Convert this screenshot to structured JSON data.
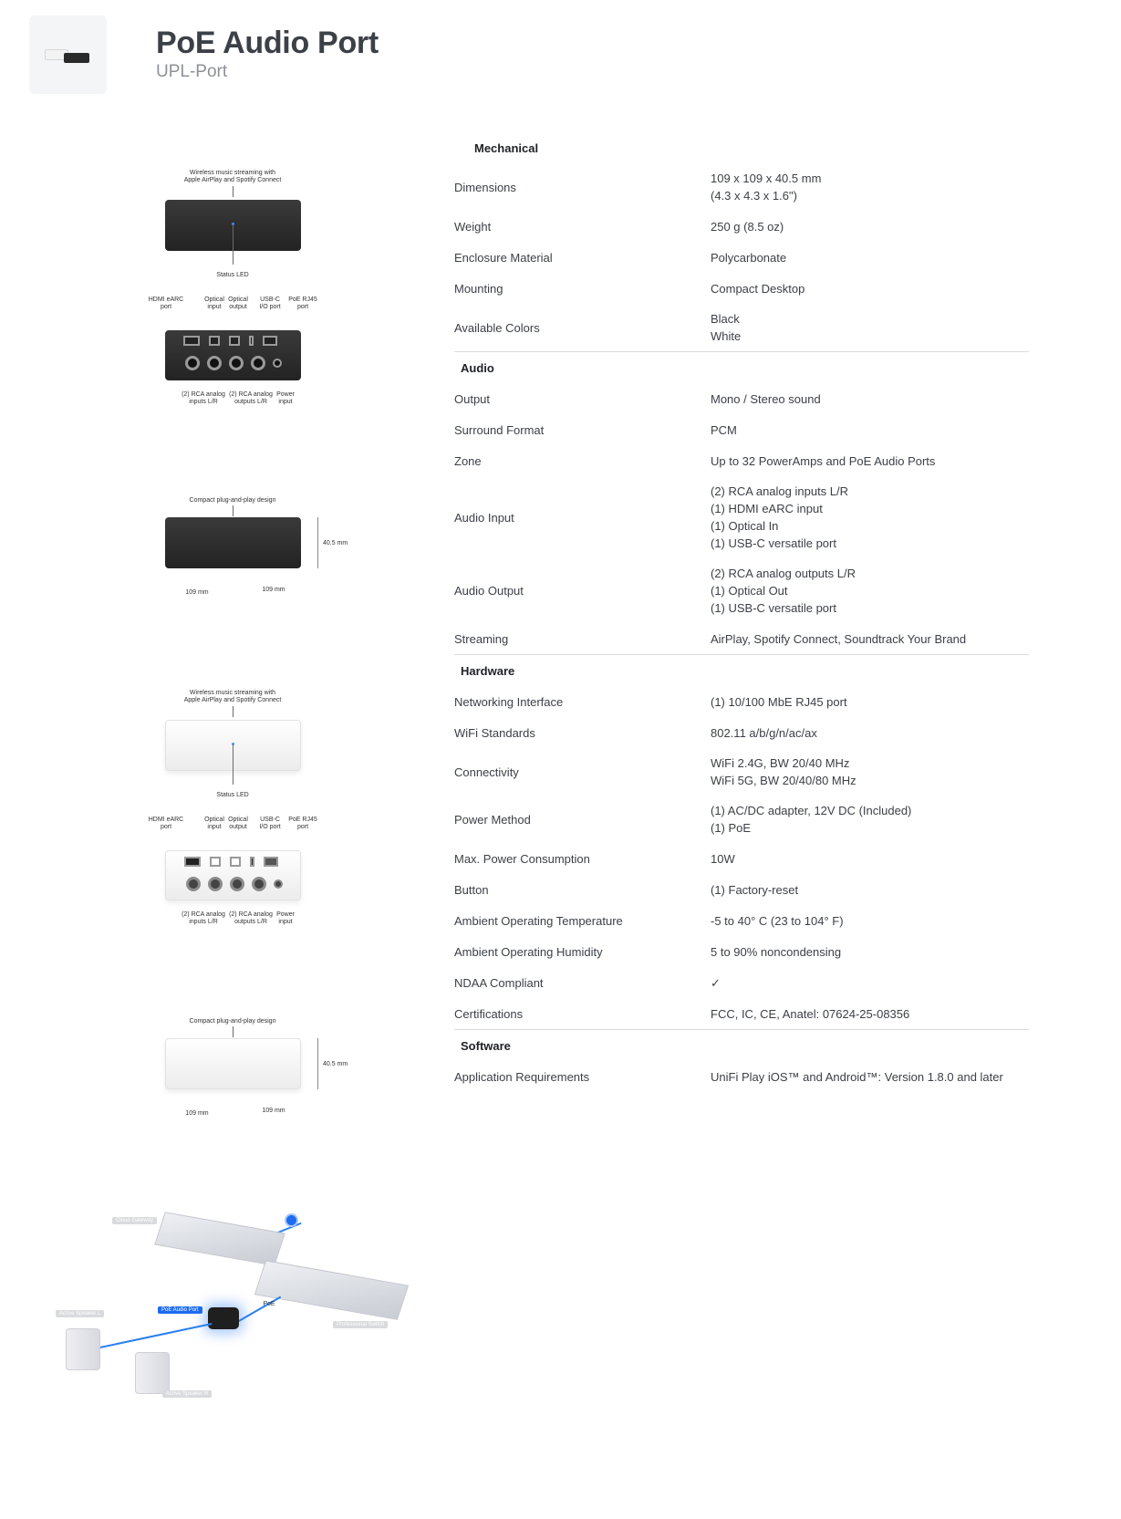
{
  "header": {
    "title": "PoE Audio Port",
    "subtitle": "UPL-Port"
  },
  "illustrations": {
    "dark_front": {
      "top_caption_1": "Wireless music streaming with",
      "top_caption_2": "Apple AirPlay and Spotify Connect",
      "bottom_caption": "Status LED"
    },
    "dark_rear": {
      "labels_top": [
        {
          "l1": "HDMI eARC",
          "l2": "port"
        },
        {
          "l1": "Optical",
          "l2": "input"
        },
        {
          "l1": "Optical",
          "l2": "output"
        },
        {
          "l1": "USB-C",
          "l2": "I/O port"
        },
        {
          "l1": "PoE RJ45",
          "l2": "port"
        }
      ],
      "labels_bottom": [
        {
          "l1": "(2) RCA analog",
          "l2": "inputs L/R"
        },
        {
          "l1": "(2) RCA analog",
          "l2": "outputs L/R"
        },
        {
          "l1": "Power",
          "l2": "input"
        }
      ]
    },
    "dark_dims": {
      "caption": "Compact plug-and-play design",
      "height": "40.5 mm",
      "width_left": "109 mm",
      "width_right": "109 mm"
    },
    "light_front": {
      "top_caption_1": "Wireless music streaming with",
      "top_caption_2": "Apple AirPlay and Spotify Connect",
      "bottom_caption": "Status LED"
    },
    "light_rear": {
      "labels_top": [
        {
          "l1": "HDMI eARC",
          "l2": "port"
        },
        {
          "l1": "Optical",
          "l2": "input"
        },
        {
          "l1": "Optical",
          "l2": "output"
        },
        {
          "l1": "USB-C",
          "l2": "I/O port"
        },
        {
          "l1": "PoE RJ45",
          "l2": "port"
        }
      ],
      "labels_bottom": [
        {
          "l1": "(2) RCA analog",
          "l2": "inputs L/R"
        },
        {
          "l1": "(2) RCA analog",
          "l2": "outputs L/R"
        },
        {
          "l1": "Power",
          "l2": "input"
        }
      ]
    },
    "light_dims": {
      "caption": "Compact plug-and-play design",
      "height": "40.5 mm",
      "width_left": "109 mm",
      "width_right": "109 mm"
    },
    "topology": {
      "cloud_gateway": "Cloud Gateway",
      "professional_switch": "Professional Switch",
      "poe_audio_port": "PoE Audio Port",
      "poe": "PoE",
      "speaker_l": "Active Speaker L",
      "speaker_r": "Active Speaker R"
    }
  },
  "specs": {
    "sections": [
      {
        "title": "Mechanical",
        "rows": [
          {
            "label": "Dimensions",
            "value": [
              "109 x 109 x 40.5 mm",
              "(4.3 x 4.3 x 1.6\")"
            ]
          },
          {
            "label": "Weight",
            "value": [
              "250 g (8.5 oz)"
            ]
          },
          {
            "label": "Enclosure Material",
            "value": [
              "Polycarbonate"
            ]
          },
          {
            "label": "Mounting",
            "value": [
              "Compact Desktop"
            ]
          },
          {
            "label": "Available Colors",
            "value": [
              "Black",
              "White"
            ]
          }
        ]
      },
      {
        "title": "Audio",
        "rows": [
          {
            "label": "Output",
            "value": [
              "Mono / Stereo sound"
            ]
          },
          {
            "label": "Surround Format",
            "value": [
              "PCM"
            ]
          },
          {
            "label": "Zone",
            "value": [
              "Up to 32 PowerAmps and PoE Audio Ports"
            ]
          },
          {
            "label": "Audio Input",
            "value": [
              "(2) RCA analog inputs L/R",
              "(1) HDMI eARC input",
              "(1) Optical In",
              "(1) USB-C versatile port"
            ]
          },
          {
            "label": "Audio Output",
            "value": [
              "(2) RCA analog outputs L/R",
              "(1) Optical Out",
              "(1) USB-C versatile port"
            ]
          },
          {
            "label": "Streaming",
            "value": [
              "AirPlay, Spotify Connect, Soundtrack Your Brand"
            ]
          }
        ]
      },
      {
        "title": "Hardware",
        "rows": [
          {
            "label": "Networking Interface",
            "value": [
              "(1) 10/100 MbE RJ45 port"
            ]
          },
          {
            "label": "WiFi Standards",
            "value": [
              "802.11 a/b/g/n/ac/ax"
            ]
          },
          {
            "label": "Connectivity",
            "value": [
              "WiFi 2.4G, BW 20/40 MHz",
              "WiFi 5G, BW 20/40/80 MHz"
            ]
          },
          {
            "label": "Power Method",
            "value": [
              "(1) AC/DC adapter, 12V DC (Included)",
              "(1) PoE"
            ]
          },
          {
            "label": "Max. Power Consumption",
            "value": [
              "10W"
            ]
          },
          {
            "label": "Button",
            "value": [
              "(1) Factory-reset"
            ]
          },
          {
            "label": "Ambient Operating Temperature",
            "value": [
              "-5 to 40° C (23 to 104° F)"
            ]
          },
          {
            "label": "Ambient Operating Humidity",
            "value": [
              "5 to 90% noncondensing"
            ]
          },
          {
            "label": "NDAA Compliant",
            "value": [
              "✓"
            ]
          },
          {
            "label": "Certifications",
            "value": [
              "FCC, IC, CE, Anatel: 07624-25-08356"
            ]
          }
        ]
      },
      {
        "title": "Software",
        "rows": [
          {
            "label": "Application Requirements",
            "value": [
              "UniFi Play iOS™ and Android™: Version 1.8.0 and later"
            ]
          }
        ]
      }
    ]
  }
}
